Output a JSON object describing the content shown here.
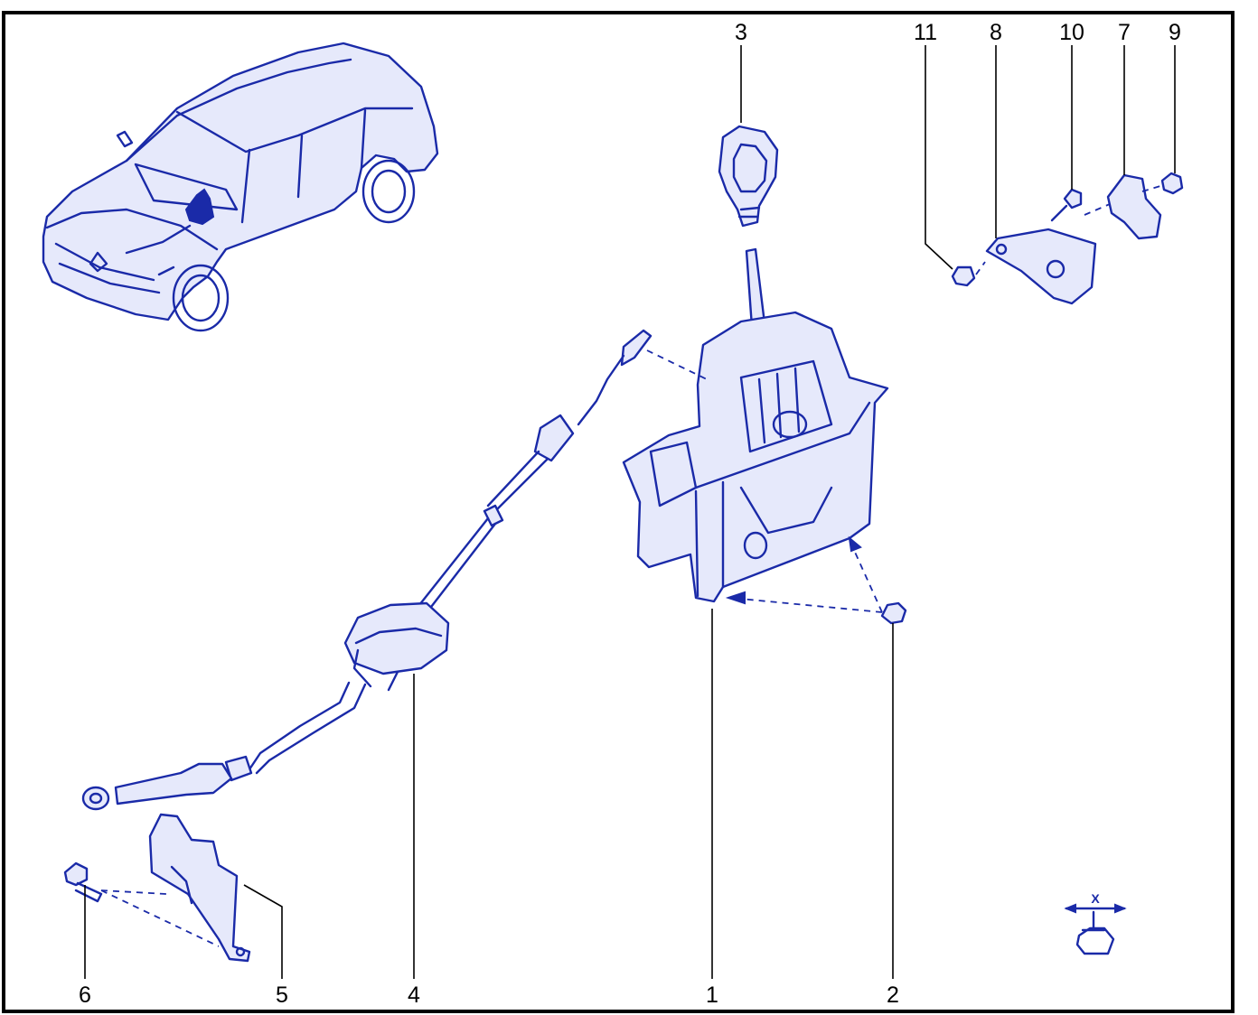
{
  "colors": {
    "drawing": "#1a2aa8",
    "fill": "#e6e9fb",
    "frame": "#000000"
  },
  "callouts": [
    {
      "id": "1",
      "text": "1"
    },
    {
      "id": "2",
      "text": "2"
    },
    {
      "id": "3",
      "text": "3"
    },
    {
      "id": "4",
      "text": "4"
    },
    {
      "id": "5",
      "text": "5"
    },
    {
      "id": "6",
      "text": "6"
    },
    {
      "id": "7",
      "text": "7"
    },
    {
      "id": "8",
      "text": "8"
    },
    {
      "id": "9",
      "text": "9"
    },
    {
      "id": "10",
      "text": "10"
    },
    {
      "id": "11",
      "text": "11"
    }
  ],
  "torque_symbol": {
    "letter": "X"
  }
}
